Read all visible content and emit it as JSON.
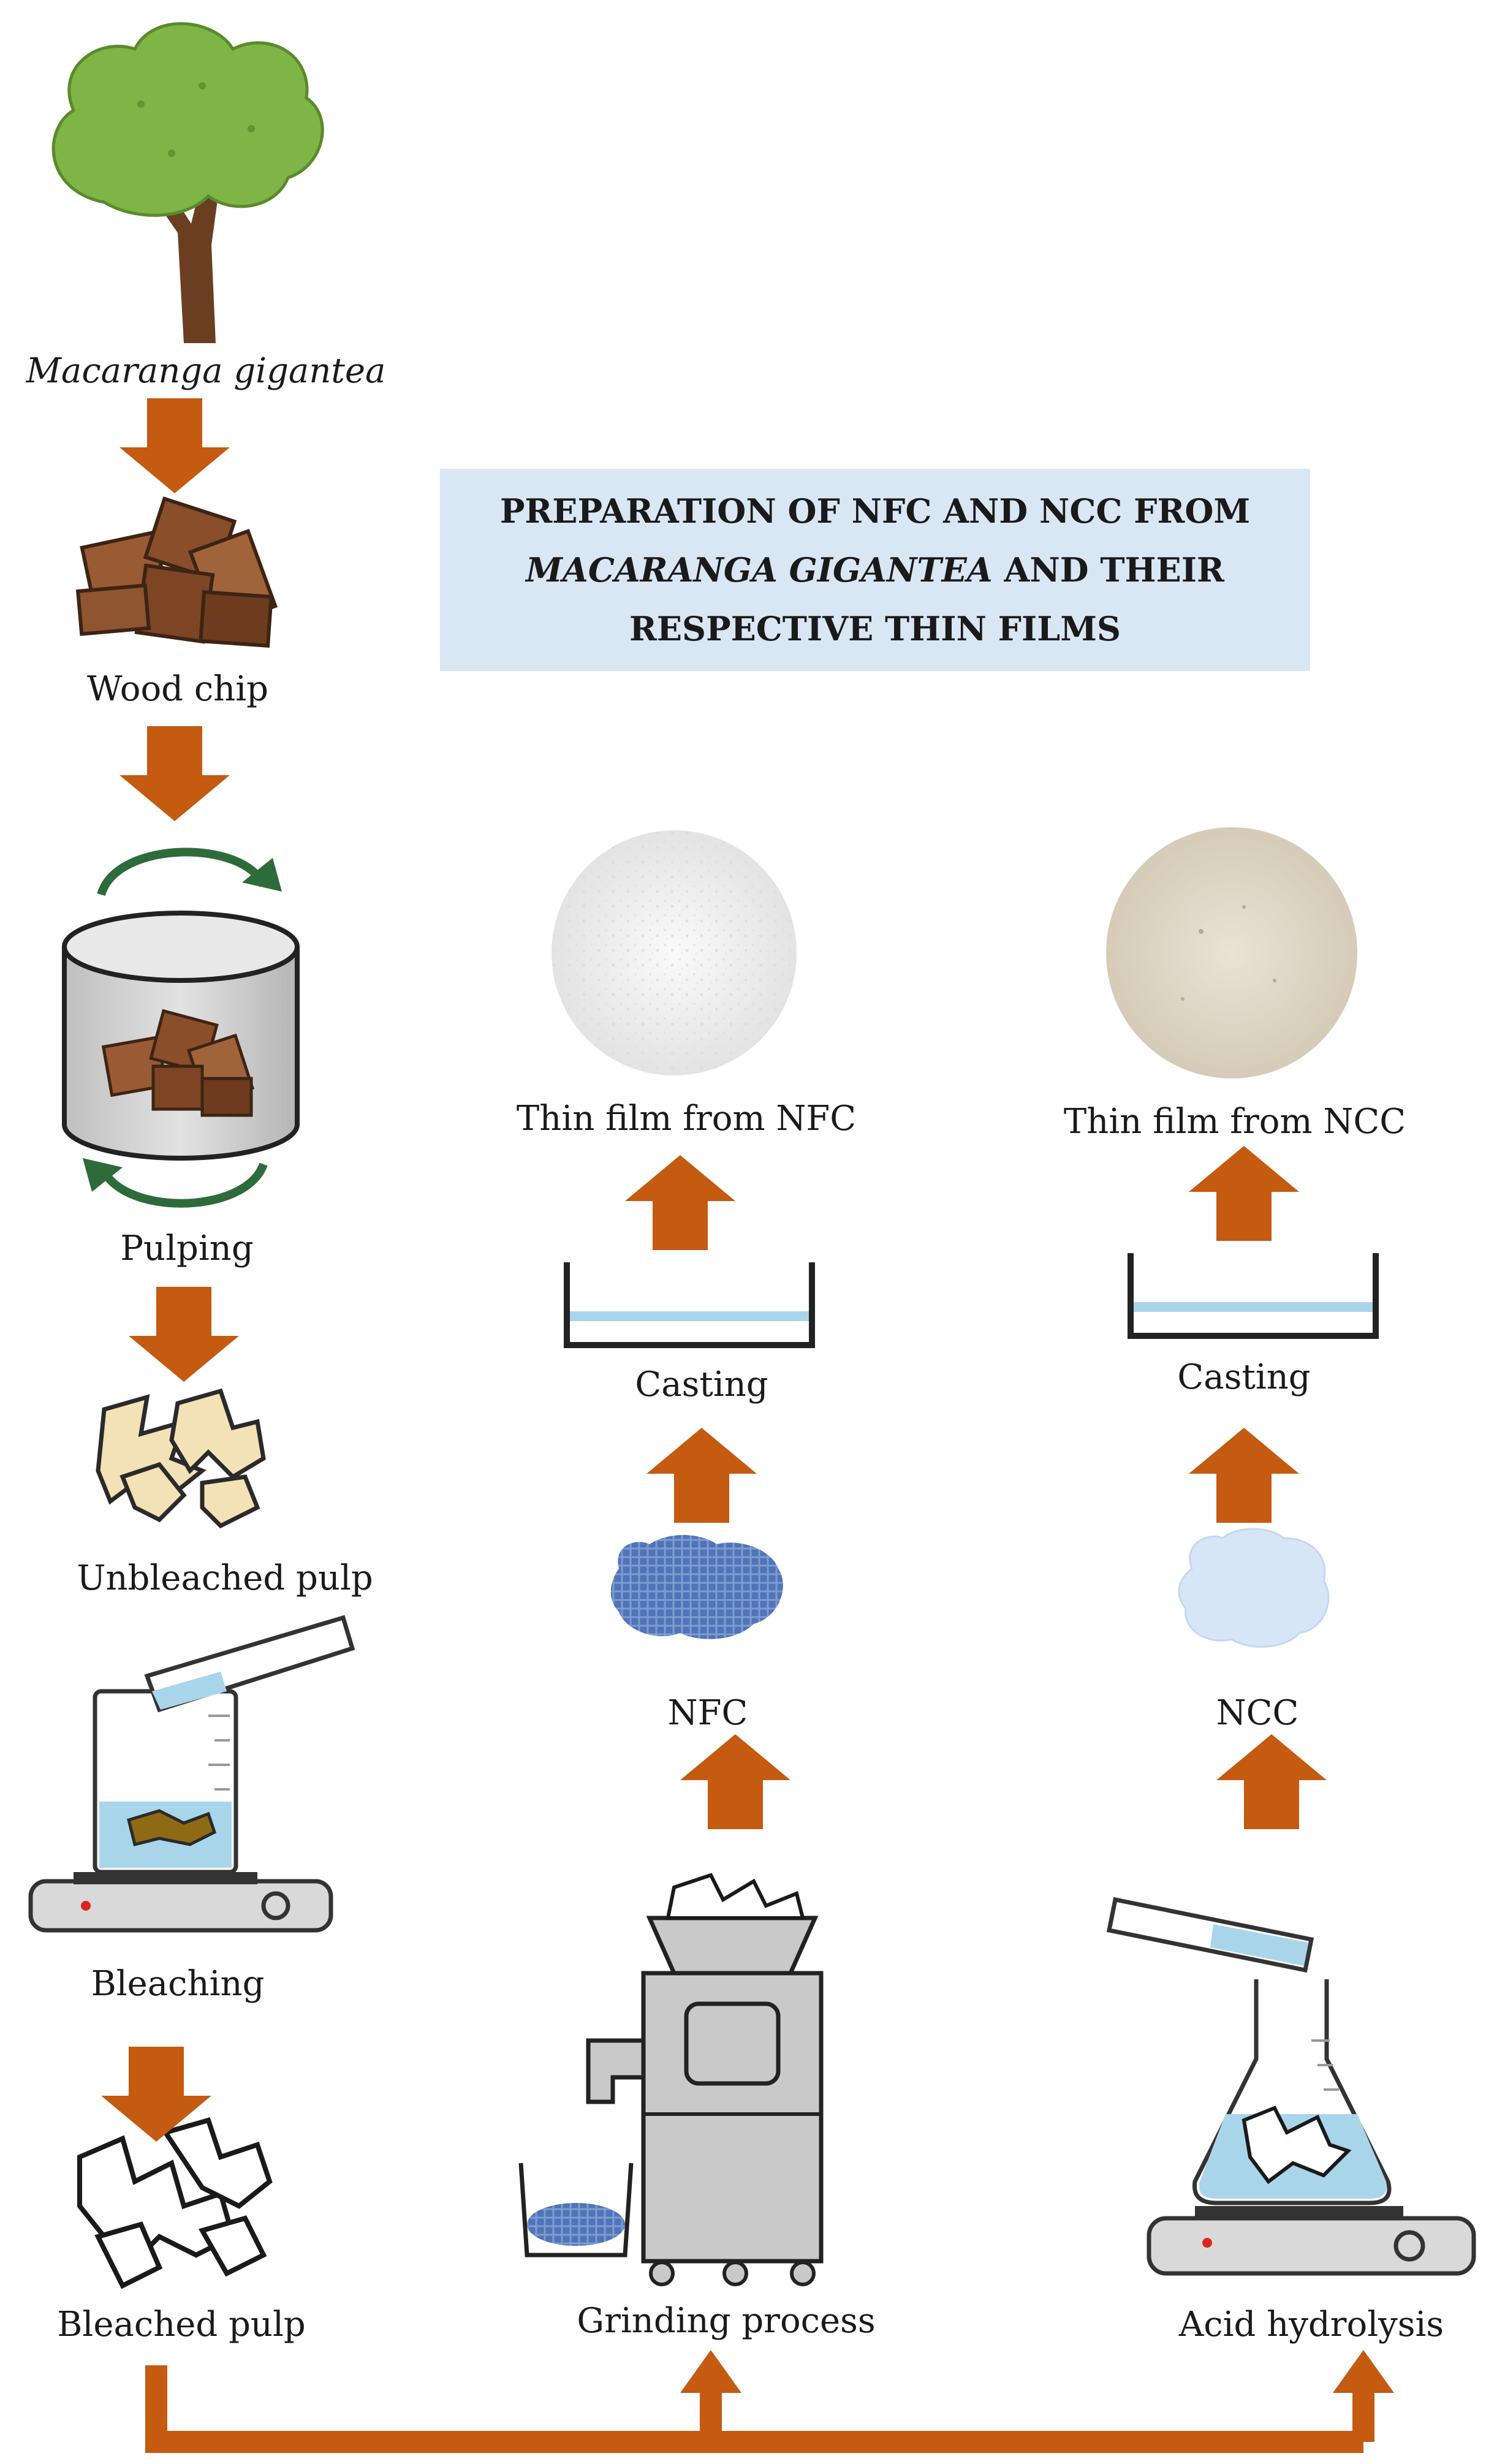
{
  "title": {
    "line1": "PREPARATION OF NFC AND NCC FROM",
    "line2_italic": "MACARANGA GIGANTEA",
    "line2_rest": " AND THEIR",
    "line3": "RESPECTIVE THIN FILMS"
  },
  "labels": {
    "macaranga": "Macaranga gigantea",
    "wood_chip": "Wood chip",
    "pulping": "Pulping",
    "unbleached_pulp": "Unbleached pulp",
    "bleaching": "Bleaching",
    "bleached_pulp": "Bleached pulp",
    "grinding": "Grinding process",
    "nfc": "NFC",
    "casting_nfc": "Casting",
    "thin_film_nfc": "Thin film from NFC",
    "acid_hydrolysis": "Acid hydrolysis",
    "ncc": "NCC",
    "casting_ncc": "Casting",
    "thin_film_ncc": "Thin film from NCC"
  },
  "colors": {
    "arrow": "#c55a11",
    "title_bg": "#d9e6f3",
    "tree_crown": "#7fb446",
    "trunk": "#6b3e22",
    "rotation_arrow": "#2e6b3a",
    "nfc_blob": "#4f74b8",
    "ncc_blob": "#d7e6f7",
    "water": "#a9d5ea"
  }
}
